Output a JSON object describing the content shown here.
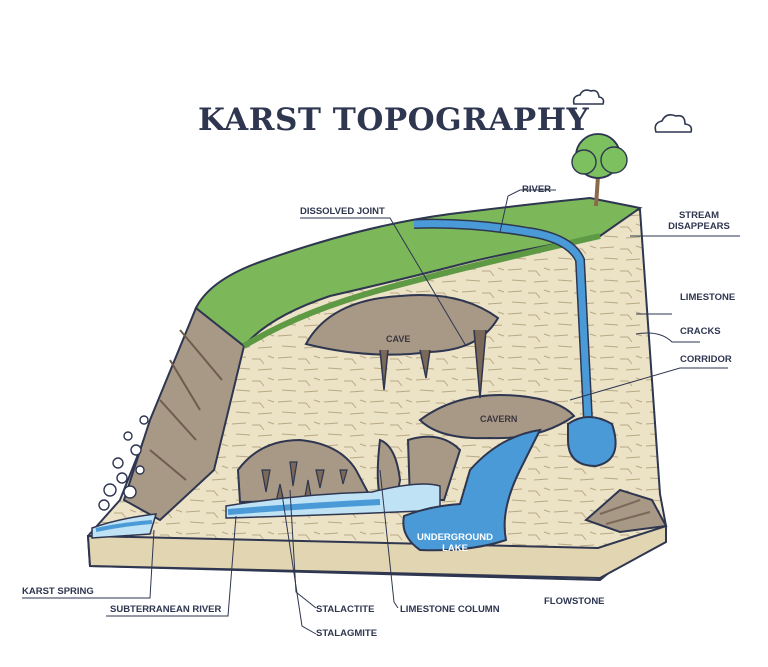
{
  "title": "KARST TOPOGRAPHY",
  "labels": {
    "river": "RIVER",
    "dissolved_joint": "DISSOLVED JOINT",
    "stream_disappears_1": "STREAM",
    "stream_disappears_2": "DISAPPEARS",
    "limestone": "LIMESTONE",
    "cracks": "CRACKS",
    "corridor": "CORRIDOR",
    "cave": "CAVE",
    "cavern": "CAVERN",
    "underground_lake_1": "UNDERGROUND",
    "underground_lake_2": "LAKE",
    "karst_spring": "KARST SPRING",
    "subterranean_river": "SUBTERRANEAN RIVER",
    "stalactite": "STALACTITE",
    "stalagmite": "STALAGMITE",
    "limestone_column": "LIMESTONE COLUMN",
    "flowstone": "FLOWSTONE"
  },
  "colors": {
    "outline": "#2e3650",
    "grass": "#7cb85a",
    "grass_dark": "#5e9a44",
    "limestone": "#ece2c6",
    "limestone_dark": "#d9cba6",
    "rock": "#a89886",
    "rock_dark": "#7a6858",
    "water": "#4a9ad8",
    "water_light": "#bfe2f4",
    "tree_foliage": "#7cc060",
    "tree_trunk": "#8a6a48"
  }
}
